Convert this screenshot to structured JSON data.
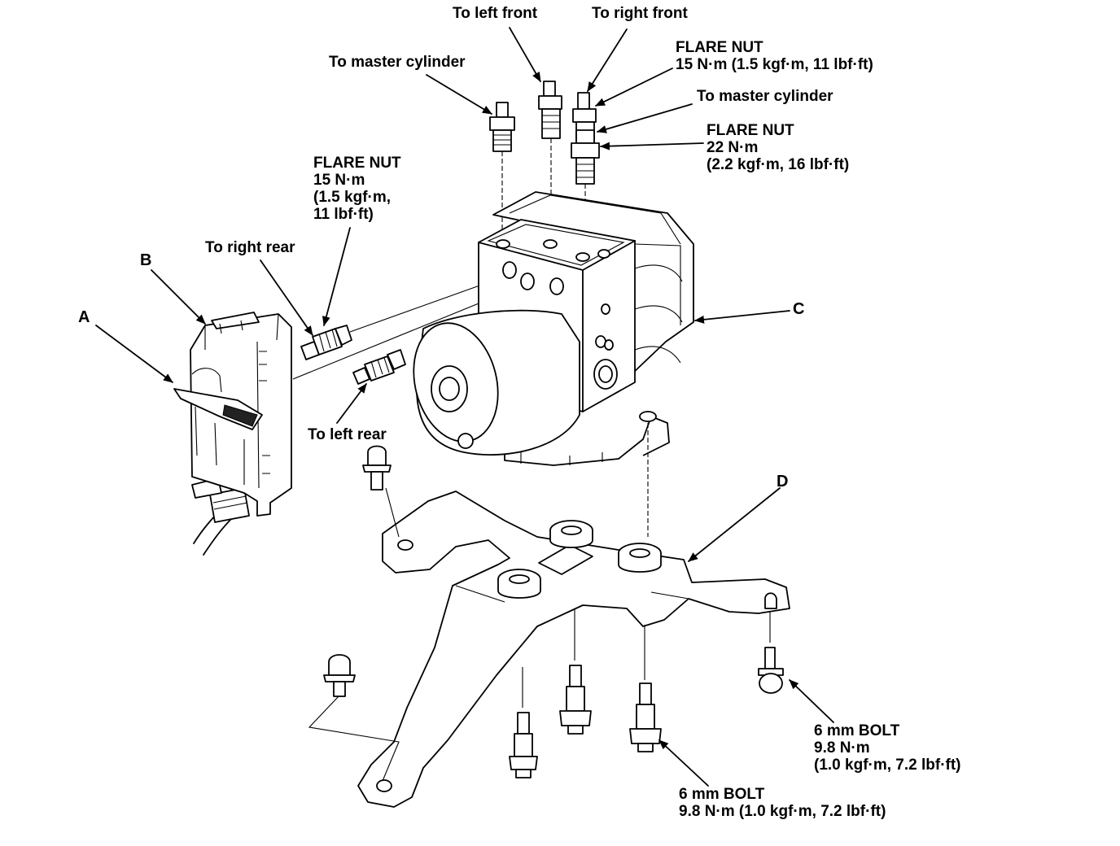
{
  "labels": {
    "to_left_front": "To left front",
    "to_right_front": "To right front",
    "to_master_cylinder_left": "To master cylinder",
    "to_master_cylinder_right": "To master cylinder",
    "flare_nut_top": "FLARE NUT\n15 N·m (1.5 kgf·m, 11 lbf·ft)",
    "flare_nut_22": "FLARE NUT\n22 N·m\n(2.2 kgf·m, 16 lbf·ft)",
    "flare_nut_left": "FLARE NUT\n15 N·m\n(1.5 kgf·m,\n11 lbf·ft)",
    "to_right_rear": "To right rear",
    "to_left_rear": "To left rear",
    "callout_a": "A",
    "callout_b": "B",
    "callout_c": "C",
    "callout_d": "D",
    "bolt_right": "6 mm BOLT\n9.8 N·m\n(1.0 kgf·m, 7.2 lbf·ft)",
    "bolt_bottom": "6 mm BOLT\n9.8 N·m (1.0 kgf·m, 7.2 lbf·ft)"
  }
}
